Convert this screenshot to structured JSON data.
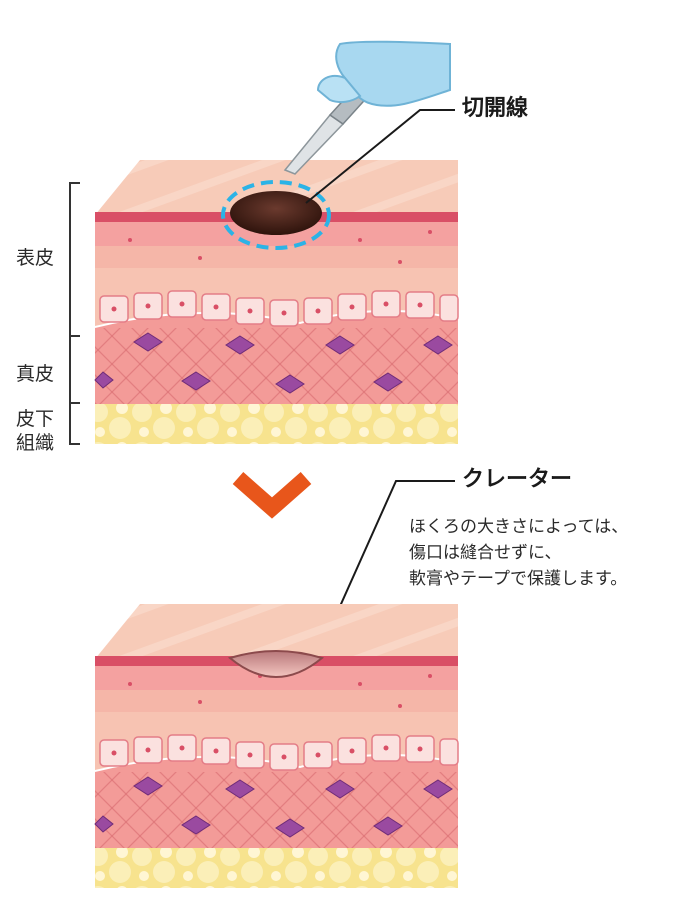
{
  "labels": {
    "epidermis": "表皮",
    "dermis": "真皮",
    "subcutis_line1": "皮下",
    "subcutis_line2": "組織",
    "incision_line": "切開線",
    "crater": "クレーター"
  },
  "note_lines": [
    "ほくろの大きさによっては、",
    "傷口は縫合せずに、",
    "軟膏やテープで保護します。"
  ],
  "colors": {
    "skin_top": "#f6c6b2",
    "epidermis_band": "#f2a9a0",
    "dermis": "#f19c96",
    "fibers": "#d86a6f",
    "cells": "#8b3f8f",
    "fat": "#f7e38e",
    "mole": "#3a1a12",
    "incision_dash": "#2bb3e6",
    "arrow": "#e8561b",
    "glove": "#a8d8f0"
  },
  "icons": {
    "hand": "gloved-hand-icon",
    "scalpel": "scalpel-icon",
    "arrow": "chevron-down-icon"
  }
}
